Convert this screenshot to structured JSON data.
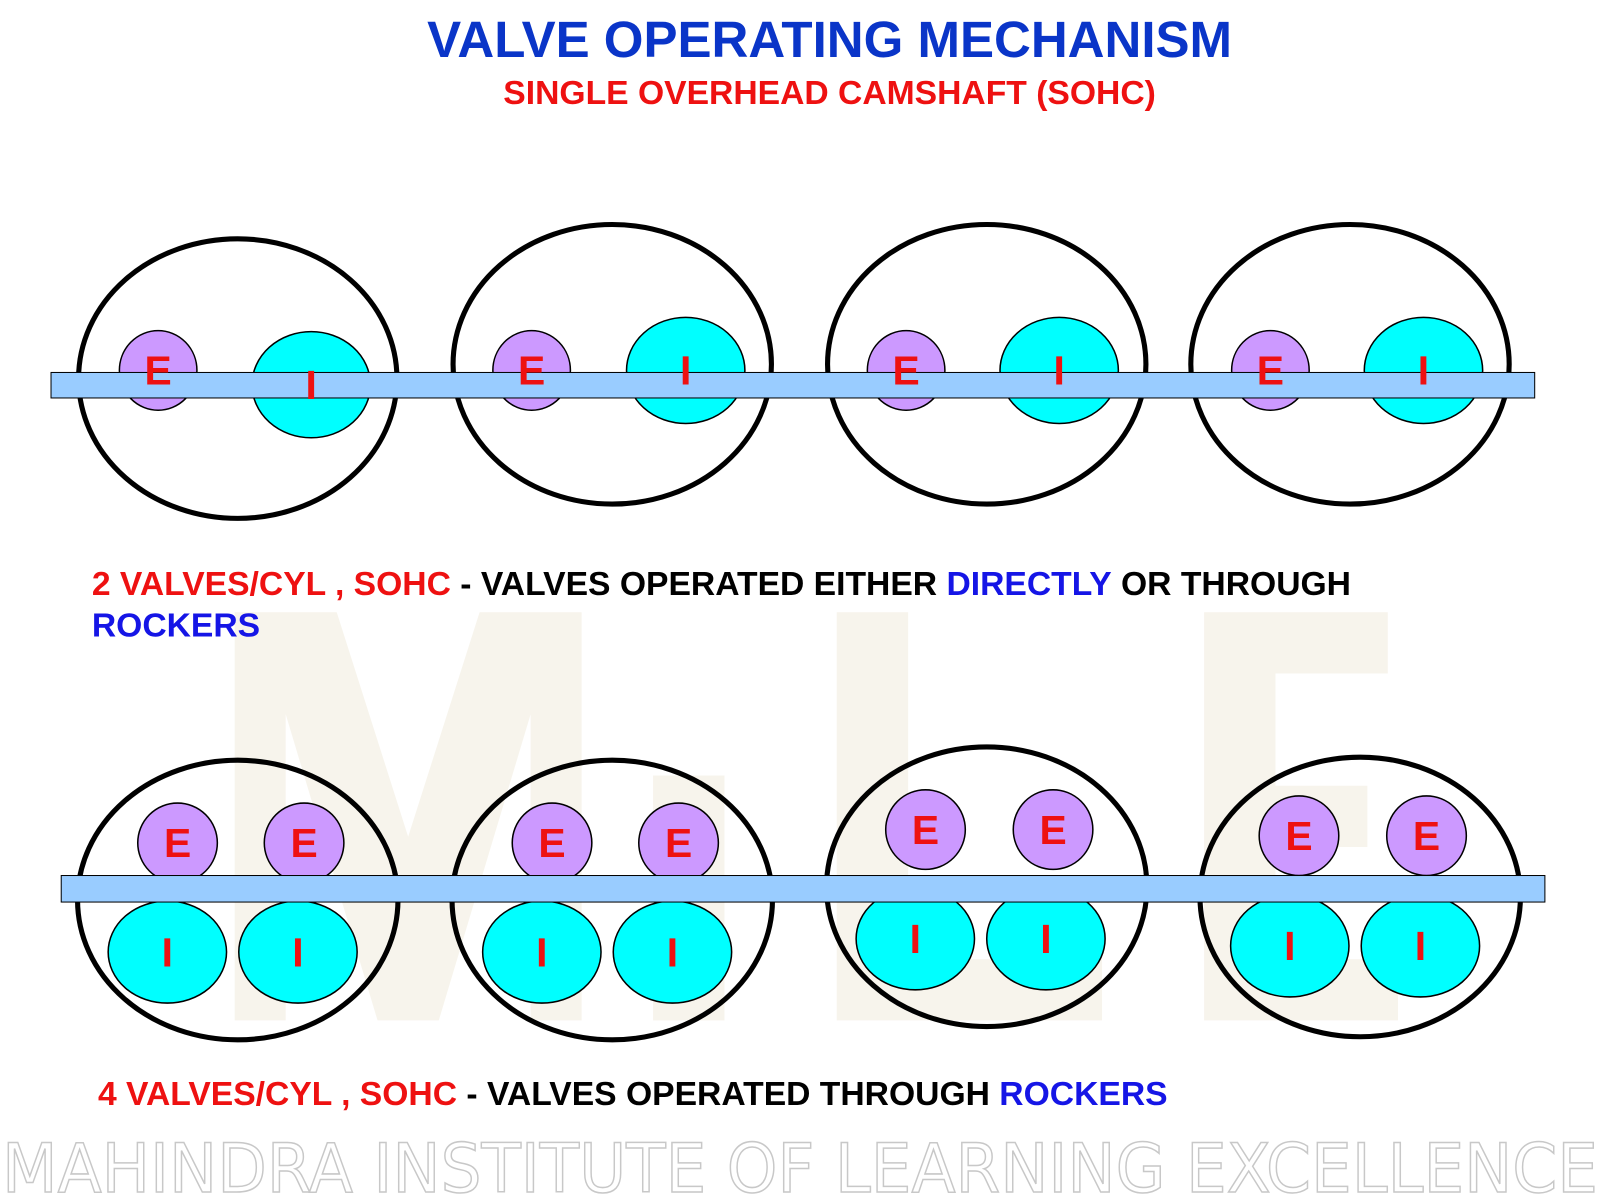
{
  "title": "VALVE OPERATING MECHANISM",
  "subtitle": "SINGLE OVERHEAD CAMSHAFT (SOHC)",
  "colors": {
    "title": "#0a35c8",
    "red": "#ee1111",
    "blue": "#1515e6",
    "exhaust": "#cc99ff",
    "intake": "#00ffff",
    "camshaft": "#99ccff"
  },
  "valve_labels": {
    "exhaust": "E",
    "intake": "I"
  },
  "caption_2v": {
    "part1": "2 VALVES/CYL , SOHC",
    "part2": " - VALVES OPERATED EITHER ",
    "part3": "DIRECTLY",
    "part4": " OR THROUGH",
    "part5": "ROCKERS"
  },
  "caption_4v": {
    "part1": "4 VALVES/CYL , SOHC",
    "part2": " - VALVES OPERATED THROUGH ",
    "part3": "ROCKERS"
  },
  "footer": "MAHINDRA INSTITUTE OF LEARNING EXCELLENCE",
  "watermark_logo": "MILE"
}
